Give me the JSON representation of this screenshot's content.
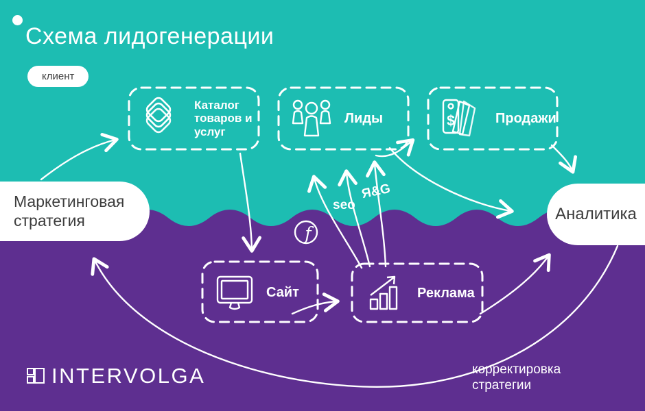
{
  "colors": {
    "teal": "#1dbdb2",
    "purple": "#5e2f90",
    "white": "#ffffff",
    "text_dark": "#3d3d3d"
  },
  "header": {
    "title": "Схема лидогенерации",
    "badge": "клиент"
  },
  "pills": {
    "left": "Маркетинговая стратегия",
    "right": "Аналитика"
  },
  "nodes": {
    "catalog": {
      "label": "Каталог товаров и услуг",
      "icon": "layers-icon"
    },
    "leads": {
      "label": "Лиды",
      "icon": "people-icon"
    },
    "sales": {
      "label": "Продажи",
      "icon": "price-tag-icon"
    },
    "site": {
      "label": "Сайт",
      "icon": "monitor-icon"
    },
    "ads": {
      "label": "Реклама",
      "icon": "chart-growth-icon"
    }
  },
  "channels": {
    "seo": "seo",
    "yandex_google": "Я&G",
    "facebook": "f",
    "sales_currency": "$"
  },
  "annotations": {
    "strategy_correction": "корректировка стратегии"
  },
  "footer": {
    "logo": "INTERVOLGA"
  }
}
